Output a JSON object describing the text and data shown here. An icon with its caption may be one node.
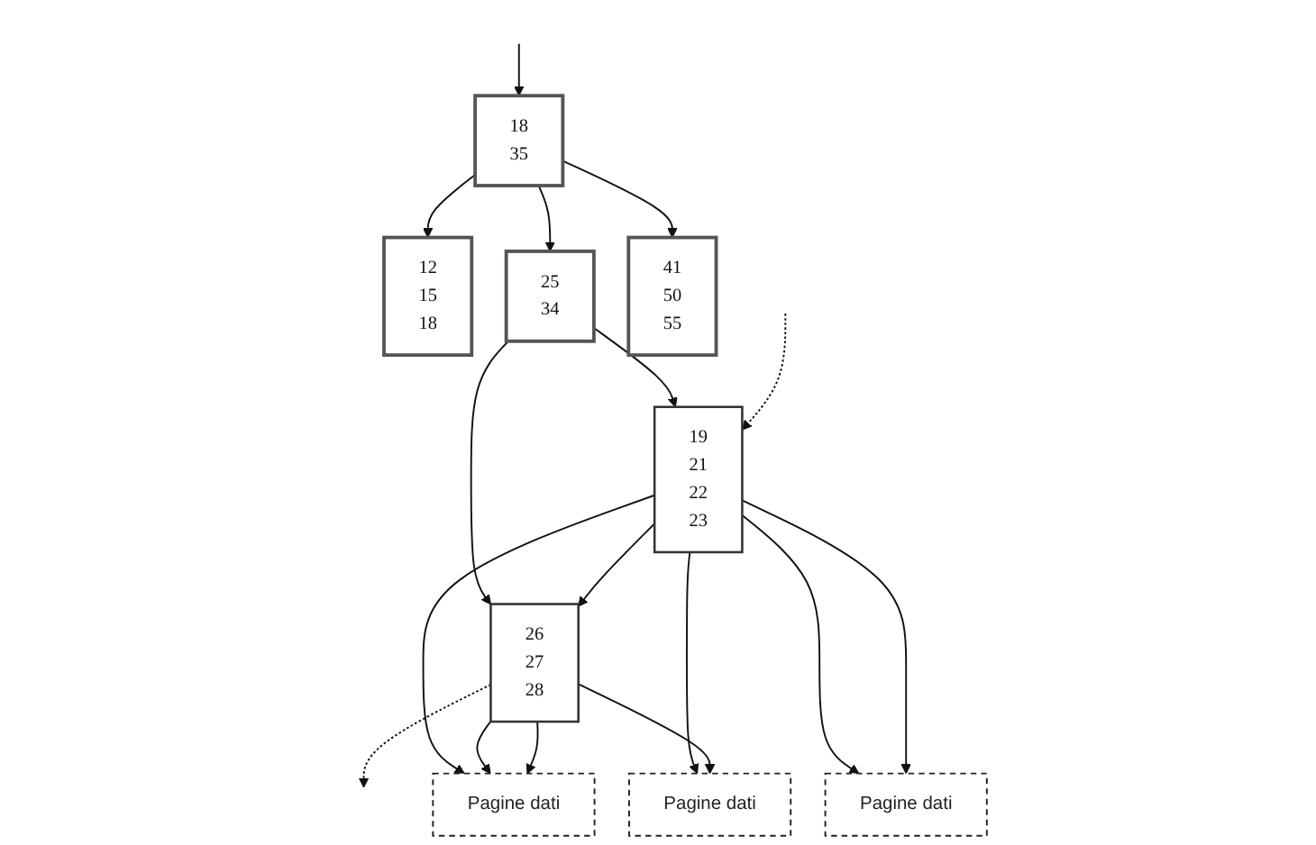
{
  "diagram": {
    "nodes": [
      {
        "text": [
          "18",
          "35"
        ]
      },
      {
        "text": [
          "12",
          "15",
          "18"
        ]
      },
      {
        "text": [
          "25",
          "34"
        ]
      },
      {
        "text": [
          "41",
          "50",
          "55"
        ]
      },
      {
        "text": [
          "19",
          "21",
          "22",
          "23"
        ]
      },
      {
        "text": [
          "26",
          "27",
          "28"
        ]
      },
      {
        "text": [
          "Pagine dati"
        ]
      },
      {
        "text": [
          "Pagine dati"
        ]
      },
      {
        "text": [
          "Pagine dati"
        ]
      }
    ],
    "edges": [
      {
        "from": null,
        "to": 0,
        "arrow": "to"
      },
      {
        "from": 0,
        "to": 1,
        "arrow": "to"
      },
      {
        "from": 0,
        "to": 2,
        "arrow": "to"
      },
      {
        "from": 0,
        "to": 3,
        "arrow": "to"
      },
      {
        "from": 2,
        "to": 4,
        "arrow": "to"
      },
      {
        "from": 2,
        "to": 5,
        "arrow": "to"
      },
      {
        "from": null,
        "to": 4,
        "arrow": "to",
        "style": "dashed"
      },
      {
        "from": 4,
        "to": 5,
        "arrow": "to"
      },
      {
        "from": 5,
        "to": null,
        "arrow": "to",
        "style": "dashed"
      },
      {
        "from": 4,
        "to": 6,
        "arrow": "to"
      },
      {
        "from": 4,
        "to": 7,
        "arrow": "to"
      },
      {
        "from": 4,
        "to": 6,
        "arrow": "to"
      },
      {
        "from": 4,
        "to": 8,
        "arrow": "to"
      },
      {
        "from": 5,
        "to": 8,
        "arrow": "to"
      },
      {
        "from": 5,
        "to": 7,
        "arrow": "to"
      },
      {
        "from": 5,
        "to": 8,
        "arrow": "to"
      }
    ]
  }
}
